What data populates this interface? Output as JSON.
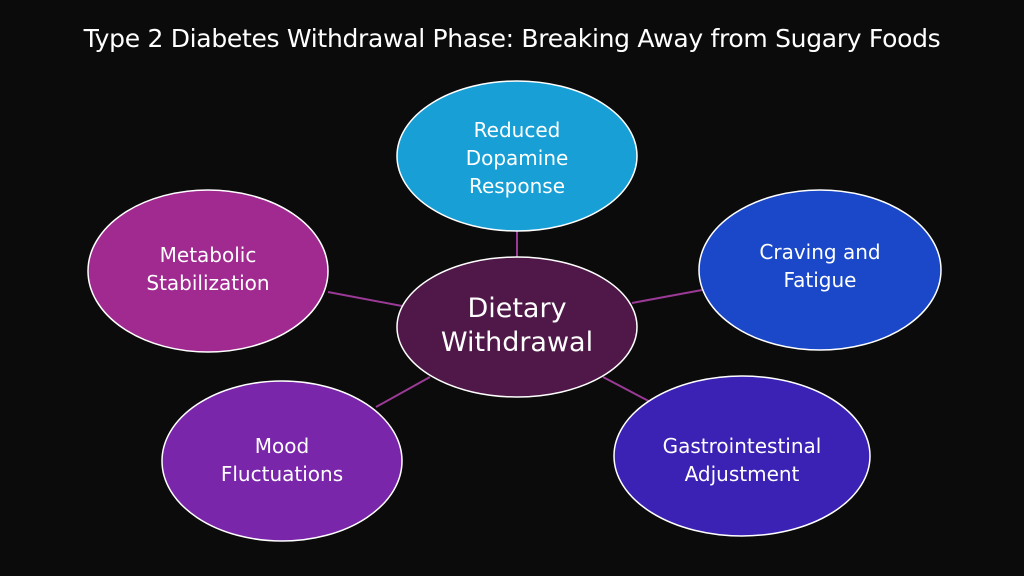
{
  "title": "Type 2 Diabetes Withdrawal Phase: Breaking Away from Sugary Foods",
  "center": {
    "label": "Dietary Withdrawal",
    "lines": [
      "Dietary",
      "Withdrawal"
    ],
    "color": "#4f1848"
  },
  "nodes": [
    {
      "id": "top",
      "lines": [
        "Reduced",
        "Dopamine",
        "Response"
      ],
      "color": "#18a0d6"
    },
    {
      "id": "right",
      "lines": [
        "Craving and",
        "Fatigue"
      ],
      "color": "#1a48c8"
    },
    {
      "id": "bottom-right",
      "lines": [
        "Gastrointestinal",
        "Adjustment"
      ],
      "color": "#3b22b4"
    },
    {
      "id": "bottom-left",
      "lines": [
        "Mood",
        "Fluctuations"
      ],
      "color": "#7a26aa"
    },
    {
      "id": "left",
      "lines": [
        "Metabolic",
        "Stabilization"
      ],
      "color": "#a12a90"
    }
  ],
  "connector_color": "#9a3a96"
}
